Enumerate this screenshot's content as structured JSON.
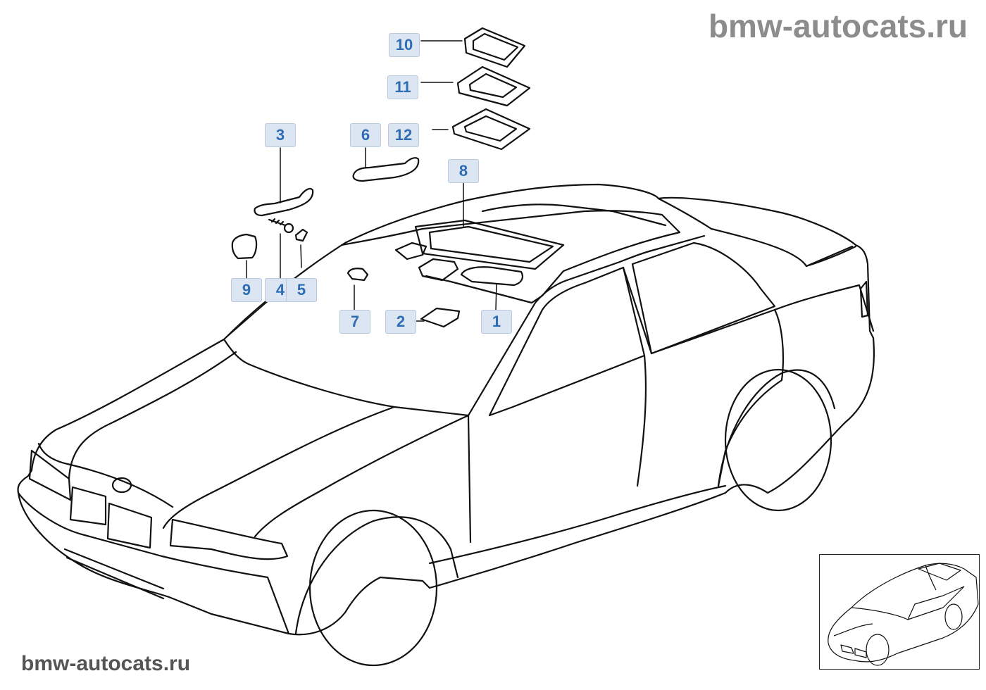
{
  "watermark": {
    "top": "bmw-autocats.ru",
    "bottom": "bmw-autocats.ru"
  },
  "callouts": [
    {
      "id": "1",
      "label": "1"
    },
    {
      "id": "2",
      "label": "2"
    },
    {
      "id": "3",
      "label": "3"
    },
    {
      "id": "4",
      "label": "4"
    },
    {
      "id": "5",
      "label": "5"
    },
    {
      "id": "6",
      "label": "6"
    },
    {
      "id": "7",
      "label": "7"
    },
    {
      "id": "8",
      "label": "8"
    },
    {
      "id": "9",
      "label": "9"
    },
    {
      "id": "10",
      "label": "10"
    },
    {
      "id": "11",
      "label": "11"
    },
    {
      "id": "12",
      "label": "12"
    }
  ],
  "colors": {
    "callout_bg": "#dce6f2",
    "callout_text": "#2e6db4",
    "line": "#111111",
    "watermark": "#8c8c8c"
  }
}
